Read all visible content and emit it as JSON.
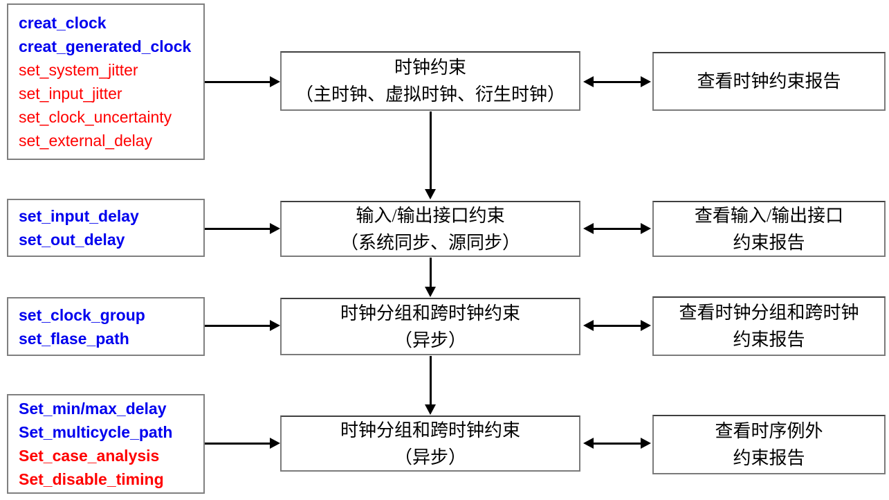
{
  "palette": {
    "command_blue": "#0000EE",
    "command_red": "#FF0000",
    "box_border_gray": "#7F7F7F",
    "box_border_dark": "#3F3F3F",
    "arrow_color": "#000000",
    "flow_text_color": "#000000",
    "background": "#FFFFFF"
  },
  "command_boxes": [
    {
      "lines": [
        {
          "text": "creat_clock",
          "color": "blue",
          "bold": true
        },
        {
          "text": "creat_generated_clock",
          "color": "blue",
          "bold": true
        },
        {
          "text": "set_system_jitter",
          "color": "red",
          "bold": false
        },
        {
          "text": "set_input_jitter",
          "color": "red",
          "bold": false
        },
        {
          "text": "set_clock_uncertainty",
          "color": "red",
          "bold": false
        },
        {
          "text": "set_external_delay",
          "color": "red",
          "bold": false
        }
      ]
    },
    {
      "lines": [
        {
          "text": "set_input_delay",
          "color": "blue",
          "bold": true
        },
        {
          "text": "set_out_delay",
          "color": "blue",
          "bold": true
        }
      ]
    },
    {
      "lines": [
        {
          "text": "set_clock_group",
          "color": "blue",
          "bold": true
        },
        {
          "text": "set_flase_path",
          "color": "blue",
          "bold": true
        }
      ]
    },
    {
      "lines": [
        {
          "text": "Set_min/max_delay",
          "color": "blue",
          "bold": true
        },
        {
          "text": "Set_multicycle_path",
          "color": "blue",
          "bold": true
        },
        {
          "text": "Set_case_analysis",
          "color": "red",
          "bold": true
        },
        {
          "text": "Set_disable_timing",
          "color": "red",
          "bold": true
        }
      ]
    }
  ],
  "step_boxes": [
    {
      "lines": [
        "时钟约束",
        "（主时钟、虚拟时钟、衍生时钟）"
      ]
    },
    {
      "lines": [
        "输入/输出接口约束",
        "（系统同步、源同步）"
      ]
    },
    {
      "lines": [
        "时钟分组和跨时钟约束",
        "（异步）"
      ]
    },
    {
      "lines": [
        "时钟分组和跨时钟约束",
        "（异步）"
      ]
    }
  ],
  "report_boxes": [
    {
      "lines": [
        "查看时钟约束报告"
      ]
    },
    {
      "lines": [
        "查看输入/输出接口",
        "约束报告"
      ]
    },
    {
      "lines": [
        "查看时钟分组和跨时钟",
        "约束报告"
      ]
    },
    {
      "lines": [
        "查看时序例外",
        "约束报告"
      ]
    }
  ]
}
